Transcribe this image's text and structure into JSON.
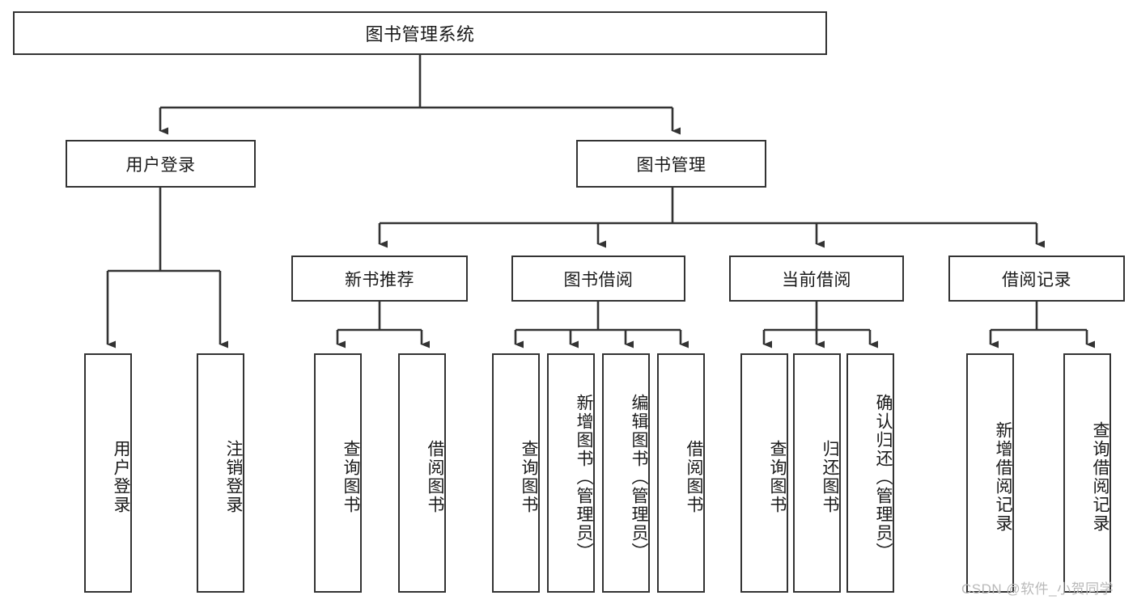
{
  "diagram": {
    "type": "tree-hierarchy",
    "title": "图书管理系统",
    "watermark": "CSDN @软件_小贺同学",
    "colors": {
      "box_border": "#333333",
      "box_fill": "#ffffff",
      "edge": "#333333",
      "text": "#1a1a1a",
      "watermark": "#b9b9b9",
      "background": "#ffffff"
    },
    "levels": {
      "root": {
        "label": "图书管理系统"
      },
      "level2": [
        {
          "label": "用户登录"
        },
        {
          "label": "图书管理"
        }
      ],
      "level3": [
        {
          "label": "新书推荐"
        },
        {
          "label": "图书借阅"
        },
        {
          "label": "当前借阅"
        },
        {
          "label": "借阅记录"
        }
      ],
      "leaves": {
        "user_login": [
          {
            "label": "用户登录"
          },
          {
            "label": "注销登录"
          }
        ],
        "new_book_recommend": [
          {
            "label": "查询图书"
          },
          {
            "label": "借阅图书"
          }
        ],
        "book_borrow": [
          {
            "label": "查询图书"
          },
          {
            "label": "新增图书（管理员）"
          },
          {
            "label": "编辑图书（管理员）"
          },
          {
            "label": "借阅图书"
          }
        ],
        "current_borrow": [
          {
            "label": "查询图书"
          },
          {
            "label": "归还图书"
          },
          {
            "label": "确认归还（管理员）"
          }
        ],
        "borrow_record": [
          {
            "label": "新增借阅记录"
          },
          {
            "label": "查询借阅记录"
          }
        ]
      }
    }
  }
}
